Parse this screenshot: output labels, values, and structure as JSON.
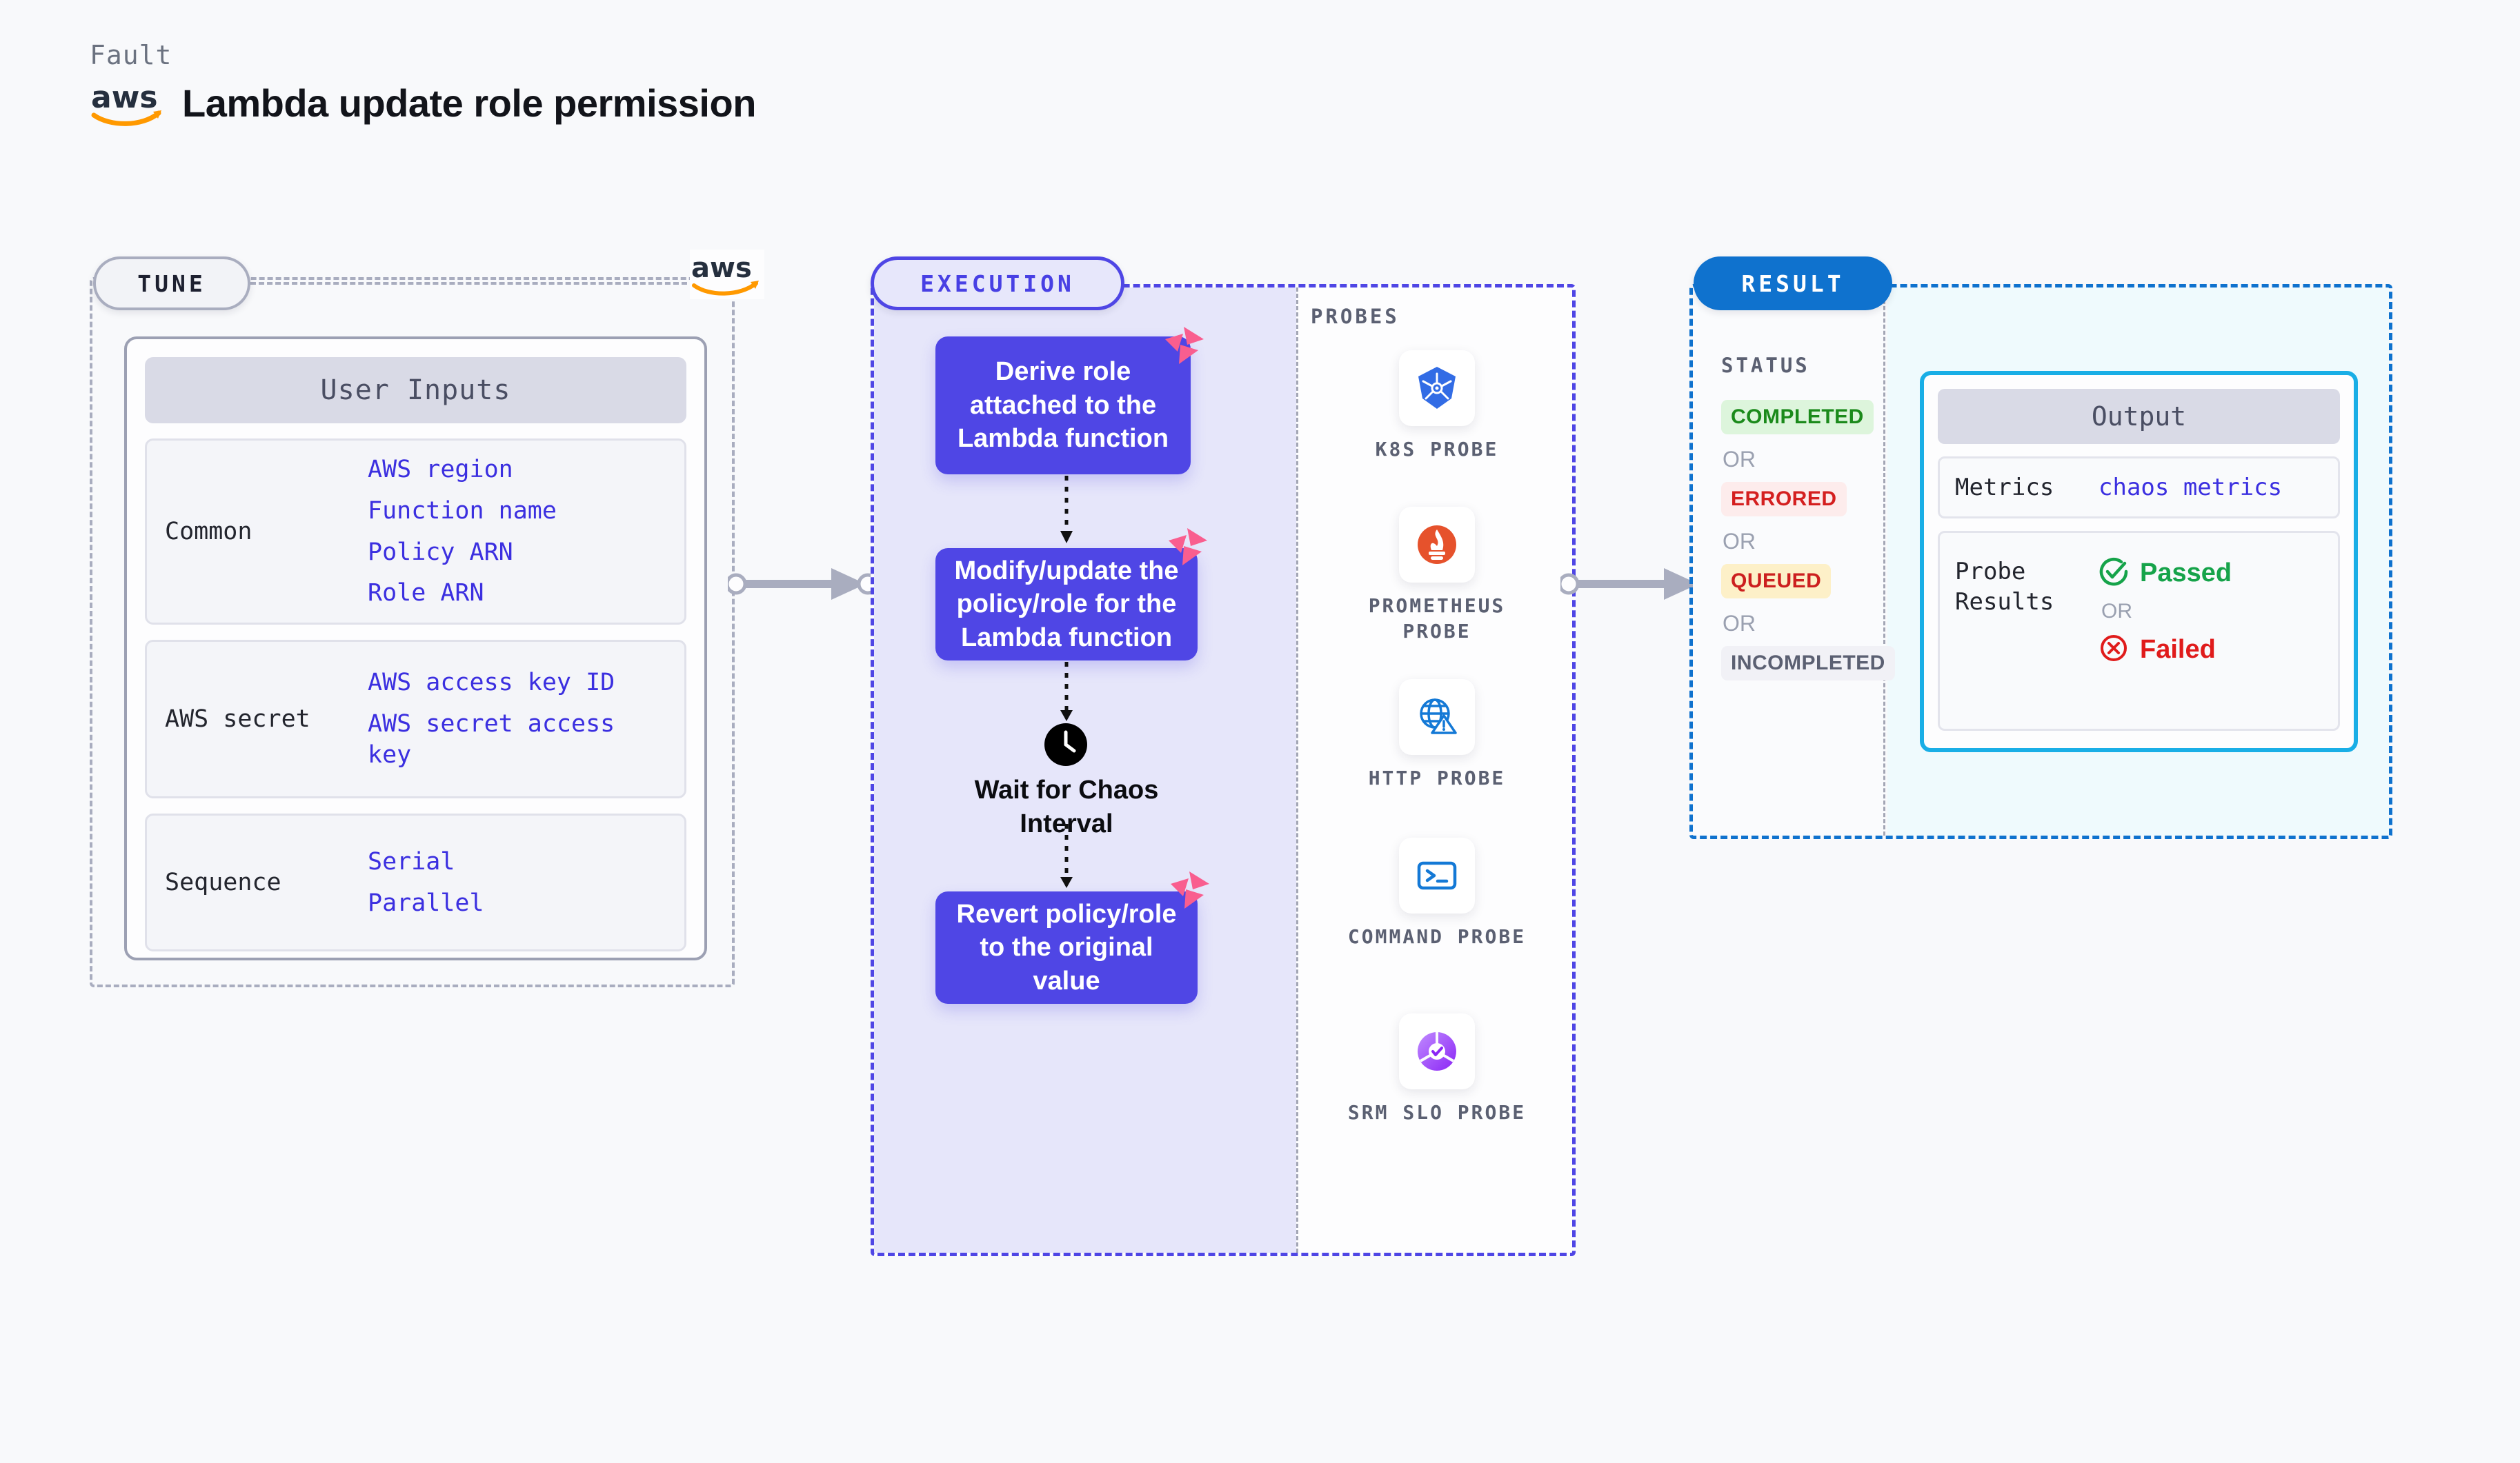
{
  "header": {
    "fault_label": "Fault",
    "title": "Lambda update role permission",
    "logo": "aws-logo"
  },
  "tune": {
    "badge": "TUNE",
    "card_title": "User Inputs",
    "groups": [
      {
        "label": "Common",
        "values": [
          "AWS region",
          "Function name",
          "Policy ARN",
          "Role ARN"
        ]
      },
      {
        "label": "AWS secret",
        "values": [
          "AWS access key ID",
          "AWS secret access key"
        ]
      },
      {
        "label": "Sequence",
        "values": [
          "Serial",
          "Parallel"
        ]
      }
    ]
  },
  "execution": {
    "badge": "EXECUTION",
    "steps": [
      {
        "text": "Derive role attached to the Lambda function"
      },
      {
        "text": "Modify/update the policy/role for the Lambda function"
      },
      {
        "text": "Revert policy/role to the original value"
      }
    ],
    "wait_label": "Wait for Chaos Interval",
    "wait_icon": "clock-icon",
    "chaos_badge_icon": "litmus-chaos-icon",
    "probes_label": "PROBES",
    "probes": [
      {
        "name": "K8S PROBE",
        "icon": "kubernetes-icon"
      },
      {
        "name": "PROMETHEUS PROBE",
        "icon": "prometheus-icon"
      },
      {
        "name": "HTTP PROBE",
        "icon": "http-globe-icon"
      },
      {
        "name": "COMMAND PROBE",
        "icon": "terminal-icon"
      },
      {
        "name": "SRM SLO PROBE",
        "icon": "srm-slo-icon"
      }
    ]
  },
  "result": {
    "badge": "RESULT",
    "status_label": "STATUS",
    "or_word": "OR",
    "statuses": [
      {
        "text": "COMPLETED",
        "bg": "#ddf5dc",
        "fg": "#1b8a1b"
      },
      {
        "text": "ERRORED",
        "bg": "#fdecec",
        "fg": "#d41f1f"
      },
      {
        "text": "QUEUED",
        "bg": "#fdf0c8",
        "fg": "#cc1f1f"
      },
      {
        "text": "INCOMPLETED",
        "bg": "#f1f1f6",
        "fg": "#5b6072"
      }
    ],
    "output": {
      "title": "Output",
      "metrics_label": "Metrics",
      "metrics_value": "chaos metrics",
      "probe_results_label": "Probe Results",
      "passed_text": "Passed",
      "failed_text": "Failed",
      "or_word": "OR",
      "passed_icon": "check-circle-icon",
      "failed_icon": "x-circle-icon"
    }
  },
  "colors": {
    "indigo": "#4f46e5",
    "aws_orange": "#ff9900",
    "result_blue": "#0f72ce",
    "cyan": "#19aee6",
    "pink": "#f95e8f"
  }
}
